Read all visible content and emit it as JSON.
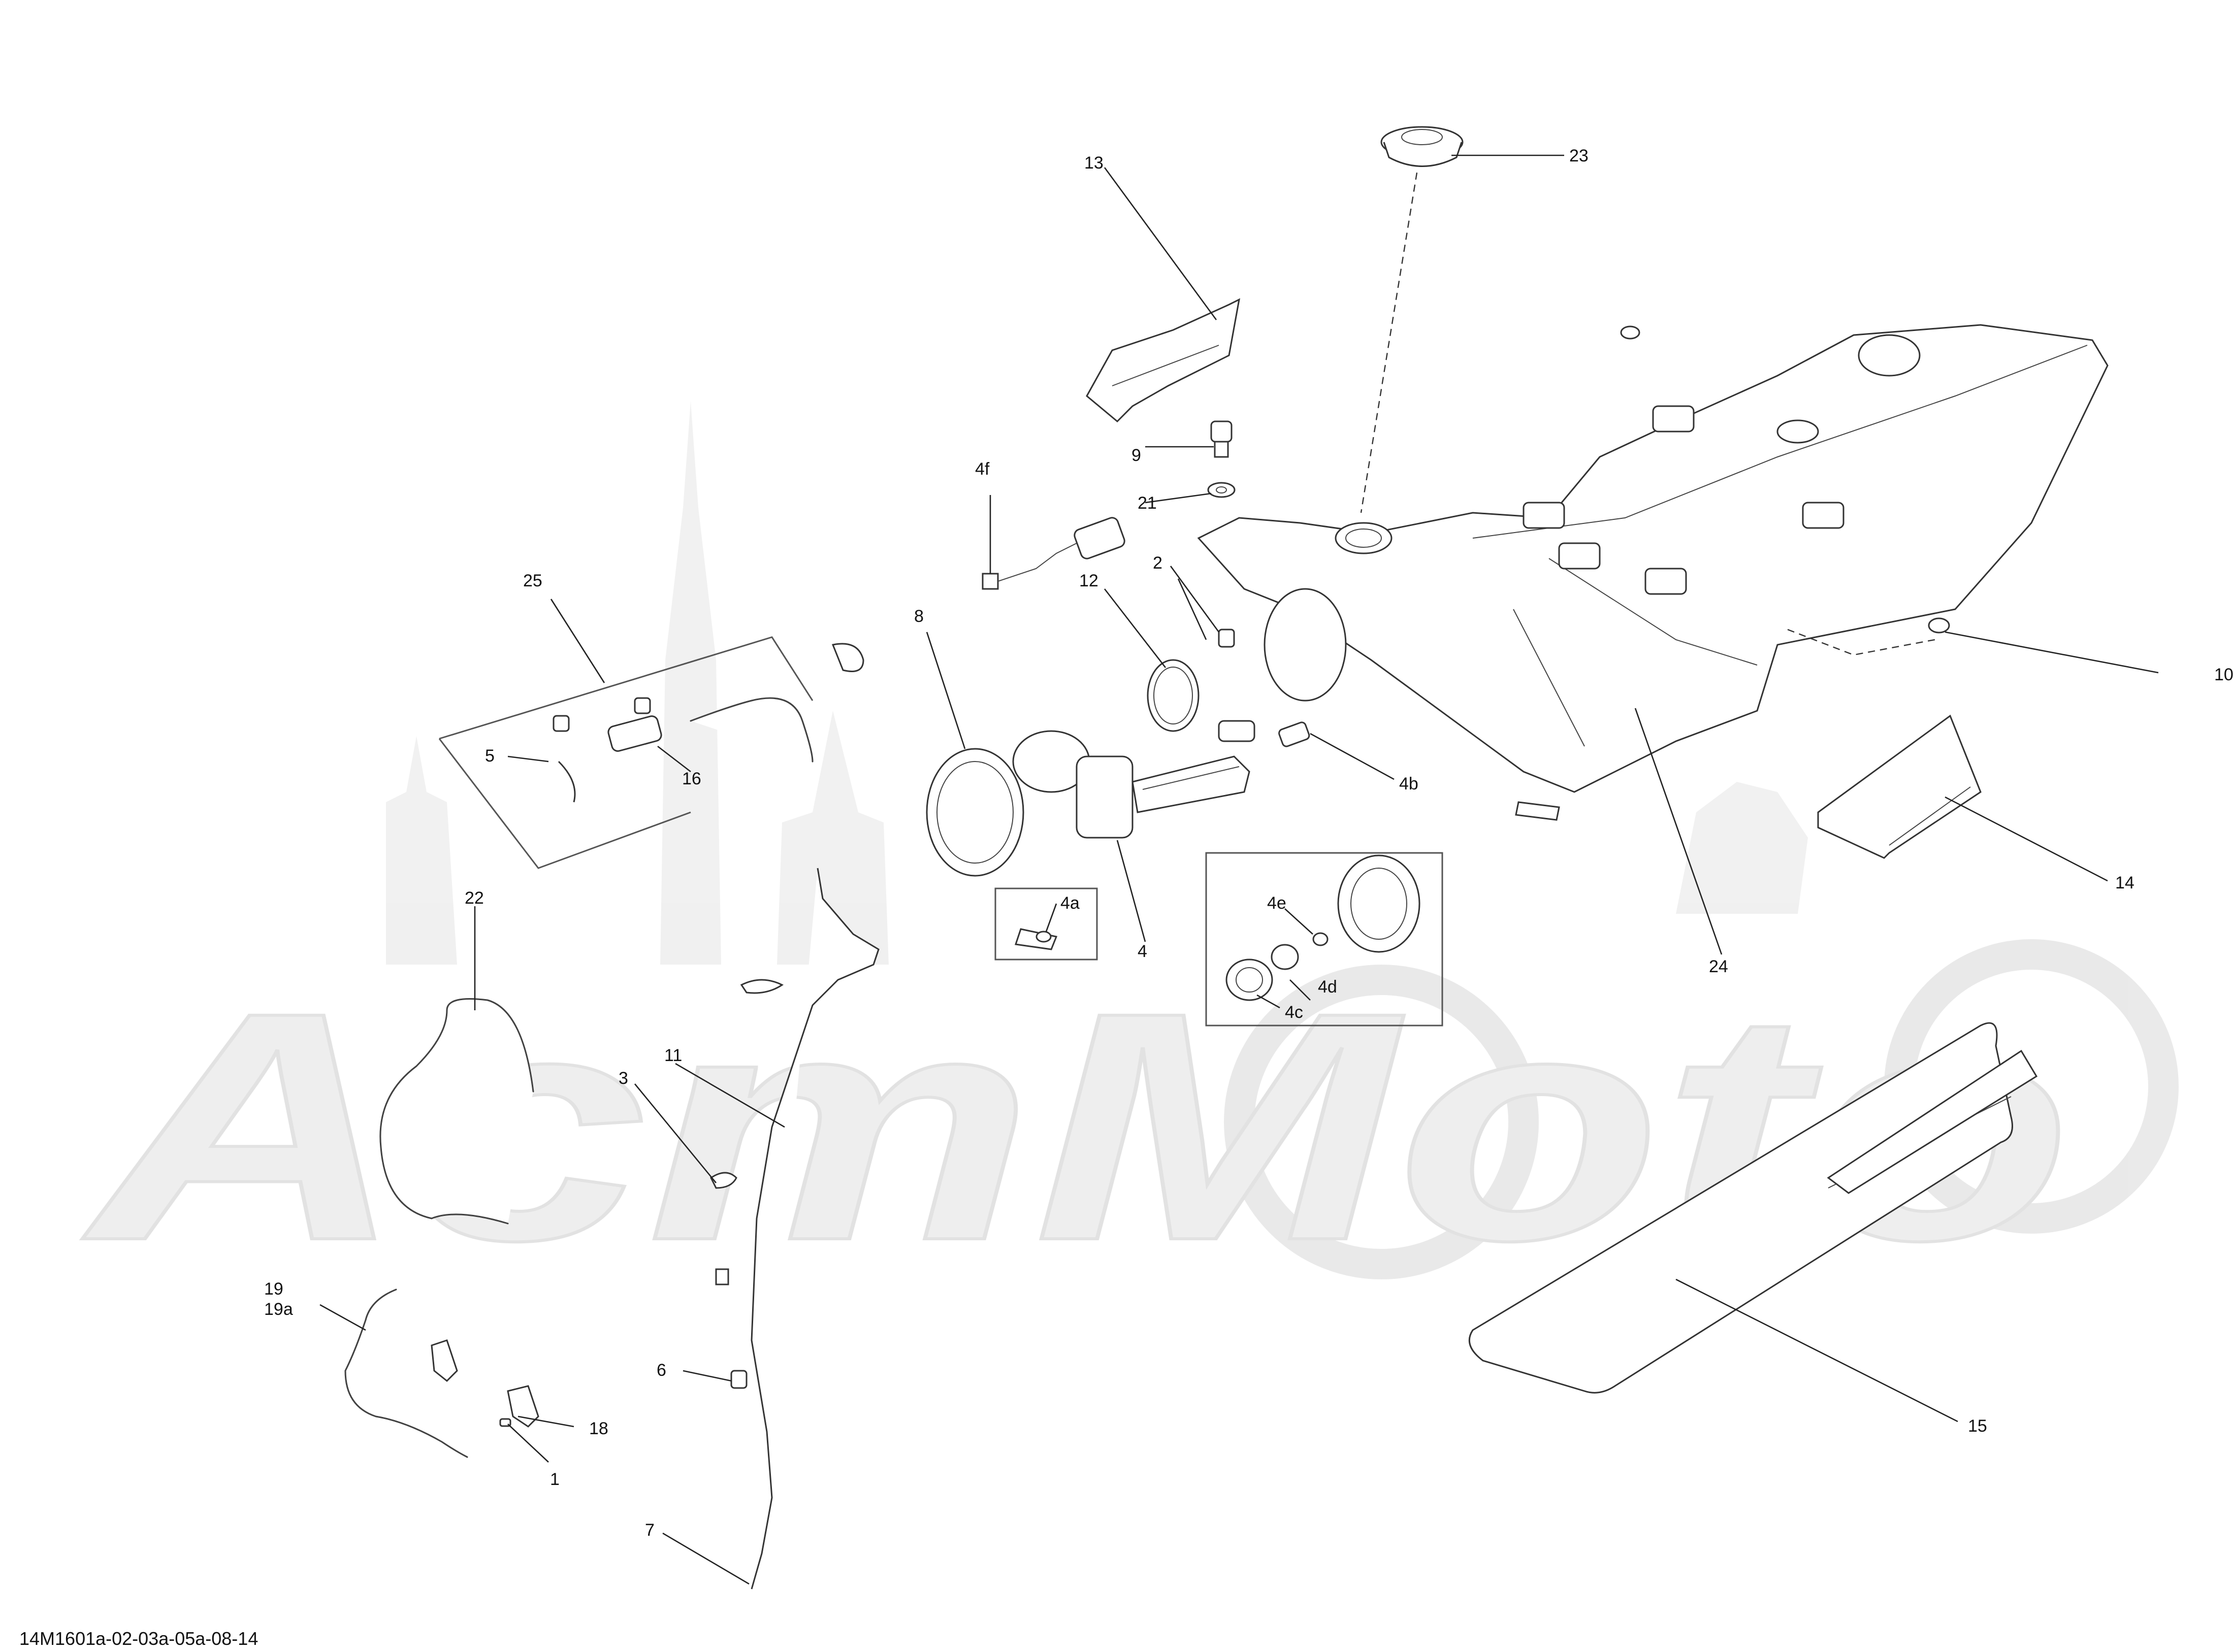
{
  "watermark": "AcmMoto",
  "diagram_code": "14M1601a-02-03a-05a-08-14",
  "callouts": {
    "c1": "1",
    "c2": "2",
    "c3": "3",
    "c4": "4",
    "c4a": "4a",
    "c4b": "4b",
    "c4c": "4c",
    "c4d": "4d",
    "c4e": "4e",
    "c4f": "4f",
    "c5": "5",
    "c6": "6",
    "c7": "7",
    "c8": "8",
    "c9": "9",
    "c10": "10",
    "c11": "11",
    "c12": "12",
    "c13": "13",
    "c14": "14",
    "c15": "15",
    "c16": "16",
    "c18": "18",
    "c19": "19",
    "c19a": "19a",
    "c21": "21",
    "c22": "22",
    "c23": "23",
    "c24": "24",
    "c25": "25"
  }
}
